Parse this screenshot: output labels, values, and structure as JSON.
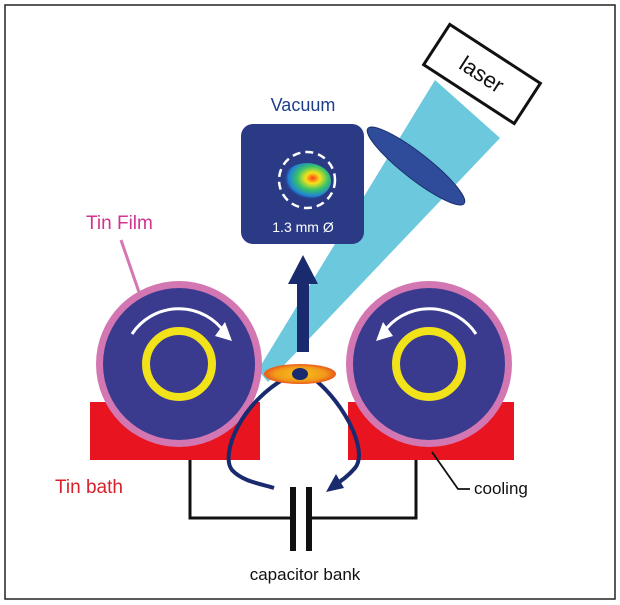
{
  "labels": {
    "laser": "laser",
    "vacuum": "Vacuum",
    "spot_size": "1.3 mm Ø",
    "tin_film": "Tin Film",
    "tin_bath": "Tin bath",
    "cooling": "cooling",
    "capacitor_bank": "capacitor bank"
  },
  "colors": {
    "frame": "#222222",
    "roller_fill": "#3a3b8f",
    "tin_film": "#d377b3",
    "core_ring": "#f2e21a",
    "tin_bath": "#e8141f",
    "laser_beam": "#6cc8dc",
    "vacuum_box": "#2a3a85",
    "arrow": "#1a2a6e",
    "tin_film_label": "#d1338f",
    "tin_bath_label": "#d8202a",
    "vacuum_label": "#1f3e8a",
    "plasma_outer": "#e85a1a",
    "plasma_inner": "#f6c21a",
    "wire": "#111111"
  },
  "icons": {
    "left_rotation": "clockwise-arrow-icon",
    "right_rotation": "counterclockwise-arrow-icon",
    "spot": "plasma-spot-icon"
  }
}
